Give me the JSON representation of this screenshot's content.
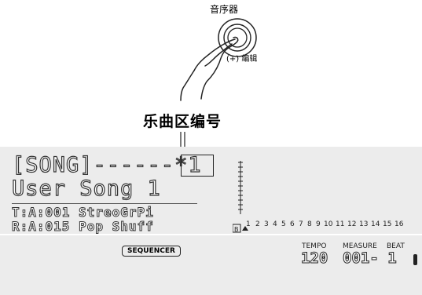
{
  "header": {
    "sequencer_label": "音序器",
    "edit_label": "(+) 编辑"
  },
  "callout": {
    "title": "乐曲区编号"
  },
  "lcd": {
    "line1": "[SONG]------*1",
    "line2": "User Song 1",
    "line3": "T:A:001 StreoGrPi",
    "line4": "R:A:015 Pop Shuff",
    "track_marker": "B",
    "track_numbers": [
      "1",
      "2",
      "3",
      "4",
      "5",
      "6",
      "7",
      "8",
      "9",
      "10",
      "11",
      "12",
      "13",
      "14",
      "15",
      "16"
    ],
    "sequencer_badge": "SEQUENCER",
    "tempo_label": "TEMPO",
    "measure_label": "MEASURE",
    "beat_label": "BEAT",
    "tempo_value": "120",
    "measure_value": "001- 1"
  }
}
